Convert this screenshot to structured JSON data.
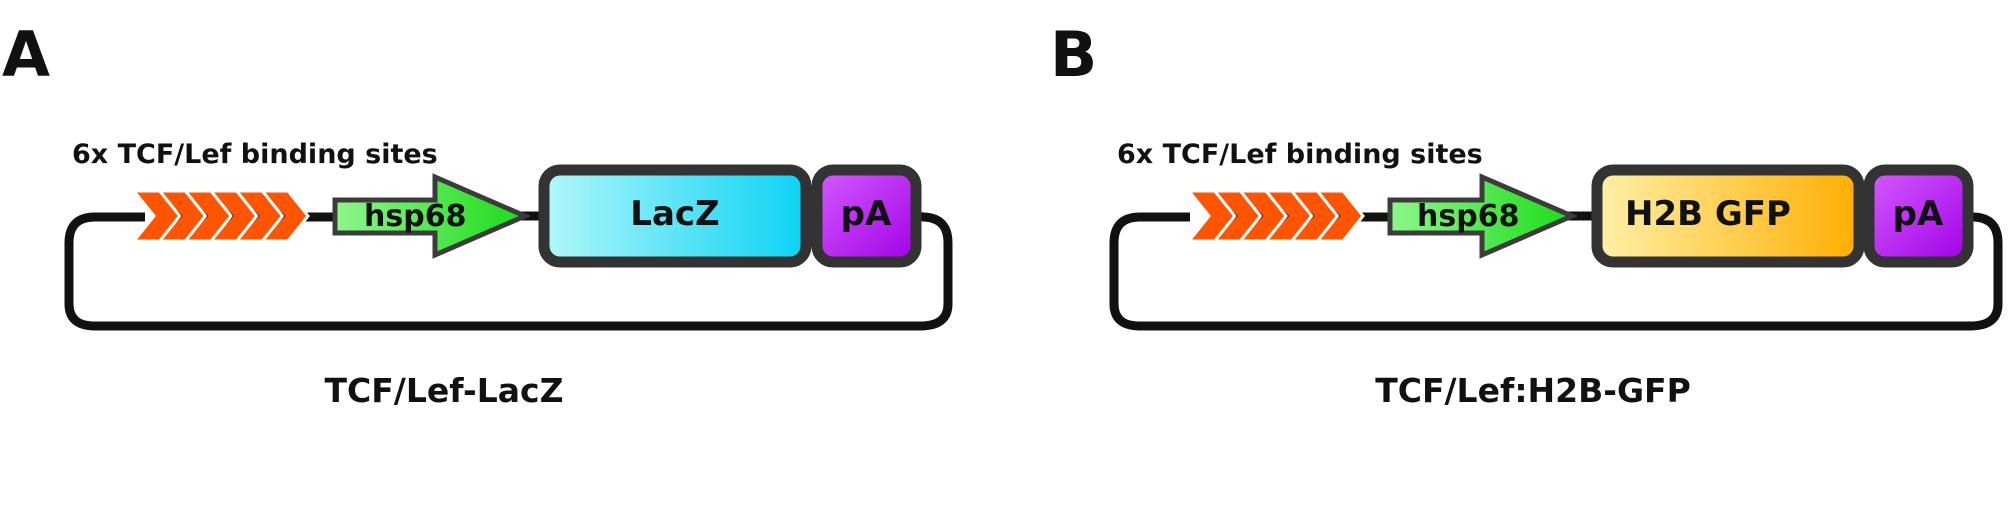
{
  "panels": [
    {
      "letter": "A",
      "binding_sites_label": "6x TCF/Lef binding sites",
      "promoter_label": "hsp68",
      "reporter_label": "LacZ",
      "polya_label": "pA",
      "construct_name": "TCF/Lef-LacZ",
      "reporter_colors": [
        "#b2f7f9",
        "#0bd2f5"
      ]
    },
    {
      "letter": "B",
      "binding_sites_label": "6x TCF/Lef binding sites",
      "promoter_label": "hsp68",
      "reporter_label": "H2B GFP",
      "polya_label": "pA",
      "construct_name": "TCF/Lef:H2B-GFP",
      "reporter_colors": [
        "#fff0a8",
        "#ffae00"
      ]
    }
  ],
  "colors": {
    "binding_sites": "#ff5500",
    "promoter": [
      "#8ef68a",
      "#1ddb1a"
    ],
    "polya": [
      "#d45cff",
      "#a100e6"
    ],
    "outline": "#111111"
  }
}
